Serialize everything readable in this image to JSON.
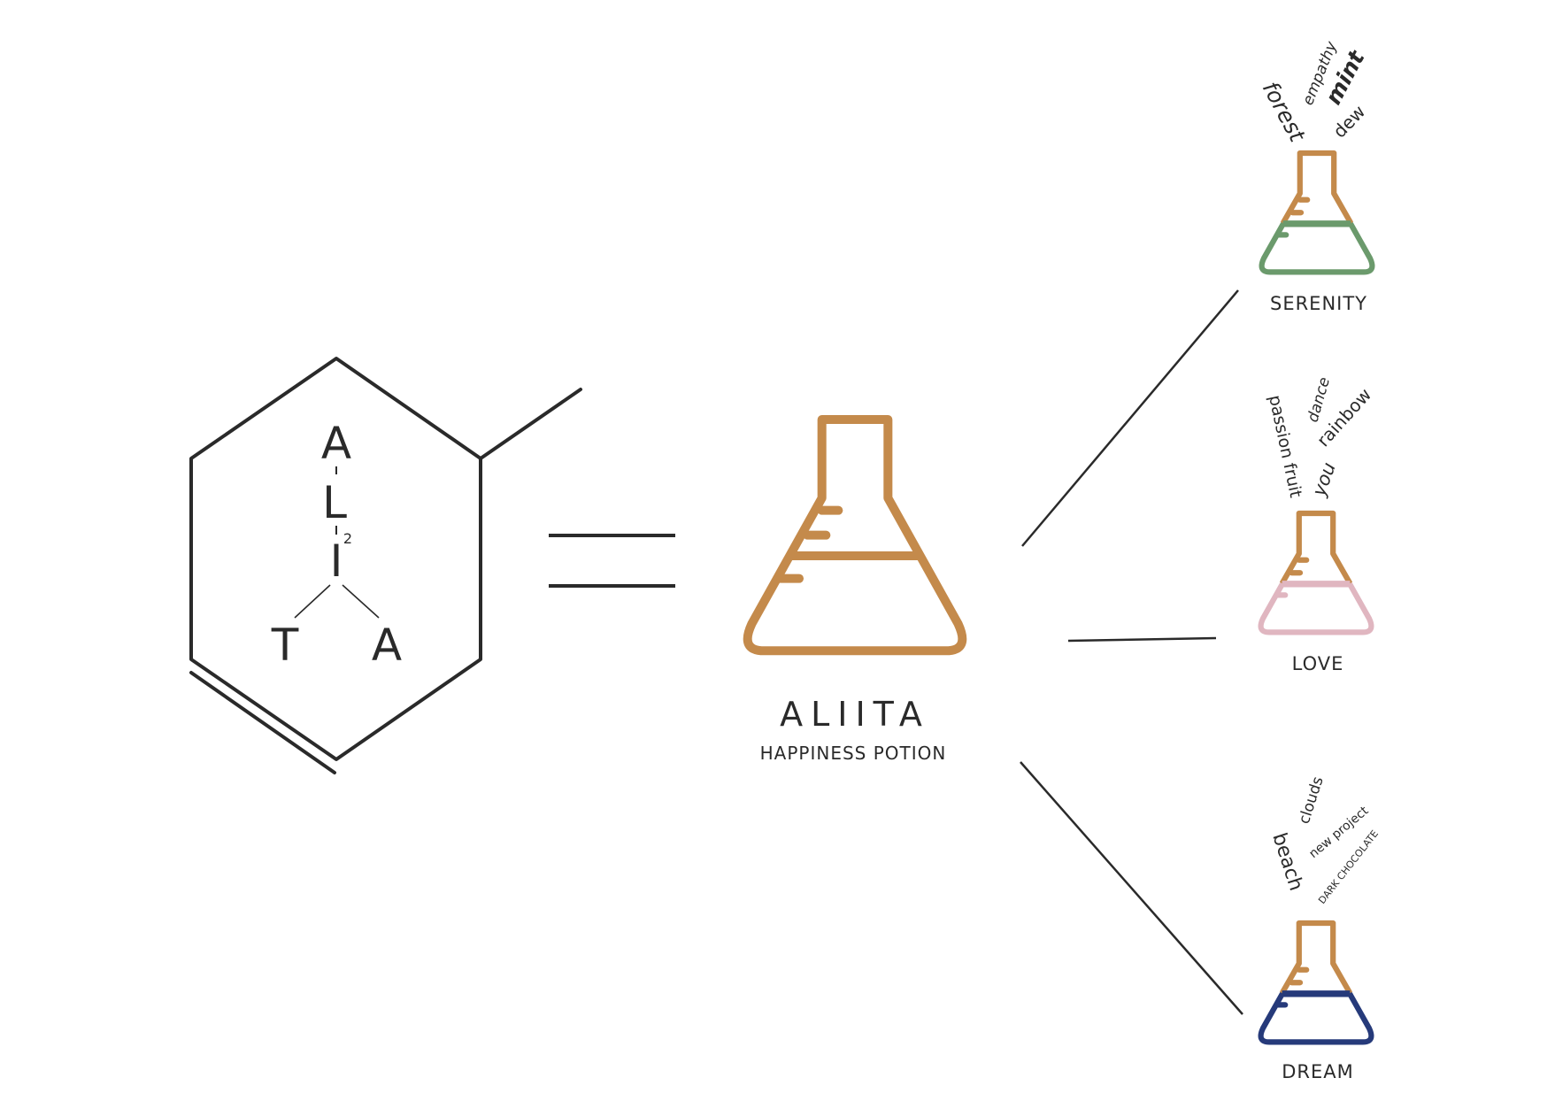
{
  "colors": {
    "ink": "#2a2a2a",
    "flask_outline": "#c48a4b",
    "serenity_liquid": "#6b9a6c",
    "love_liquid": "#e0b6c0",
    "dream_liquid": "#263a7a",
    "background": "#ffffff"
  },
  "molecule": {
    "letter_top": "A",
    "letter_middle": "L",
    "letter_lower": "I",
    "subscript": "2",
    "letter_left": "T",
    "letter_right": "A"
  },
  "center": {
    "icon": "flask-icon",
    "title": "ALIITA",
    "subtitle": "HAPPINESS POTION"
  },
  "potions": [
    {
      "name": "SERENITY",
      "liquid_color": "#6b9a6c",
      "words": [
        "forest",
        "empathy",
        "mint",
        "dew"
      ]
    },
    {
      "name": "LOVE",
      "liquid_color": "#e0b6c0",
      "words": [
        "passion fruit",
        "dance",
        "rainbow",
        "you"
      ]
    },
    {
      "name": "DREAM",
      "liquid_color": "#263a7a",
      "words": [
        "beach",
        "clouds",
        "new project",
        "DARK CHOCOLATE"
      ]
    }
  ]
}
